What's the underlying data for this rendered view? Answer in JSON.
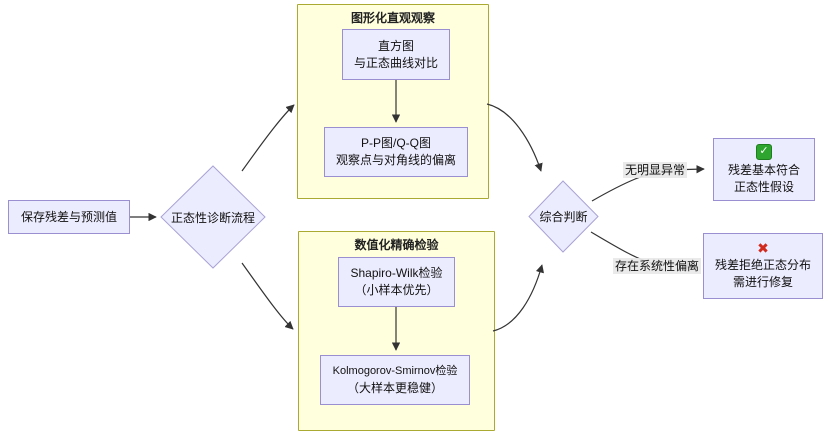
{
  "diagram": {
    "start": "保存残差与预测值",
    "decision_flow": "正态性诊断流程",
    "decision_final": "综合判断",
    "cluster_graphical": {
      "title": "图形化直观观察",
      "histogram_line1": "直方图",
      "histogram_line2": "与正态曲线对比",
      "ppqq_line1": "P-P图/Q-Q图",
      "ppqq_line2": "观察点与对角线的偏离"
    },
    "cluster_numeric": {
      "title": "数值化精确检验",
      "shapiro_line1": "Shapiro-Wilk检验",
      "shapiro_line2": "（小样本优先）",
      "ks_line1": "Kolmogorov-Smirnov检验",
      "ks_line2": "（大样本更稳健）"
    },
    "edge_label_ok": "无明显异常",
    "edge_label_bad": "存在系统性偏离",
    "result_ok": {
      "line1": "残差基本符合",
      "line2": "正态性假设"
    },
    "result_bad": {
      "line1": "残差拒绝正态分布",
      "line2": "需进行修复"
    },
    "icons": {
      "check": "✓",
      "cross": "✖"
    }
  },
  "colors": {
    "node_fill": "#ECECFF",
    "node_border": "#9a8fd0",
    "cluster_fill": "#FFFFDE",
    "cluster_border": "#AAAA33",
    "edge": "#333333",
    "edge_label_bg": "#E8E8E8",
    "check_green": "#2EA52E",
    "cross_red": "#D12B1E"
  }
}
